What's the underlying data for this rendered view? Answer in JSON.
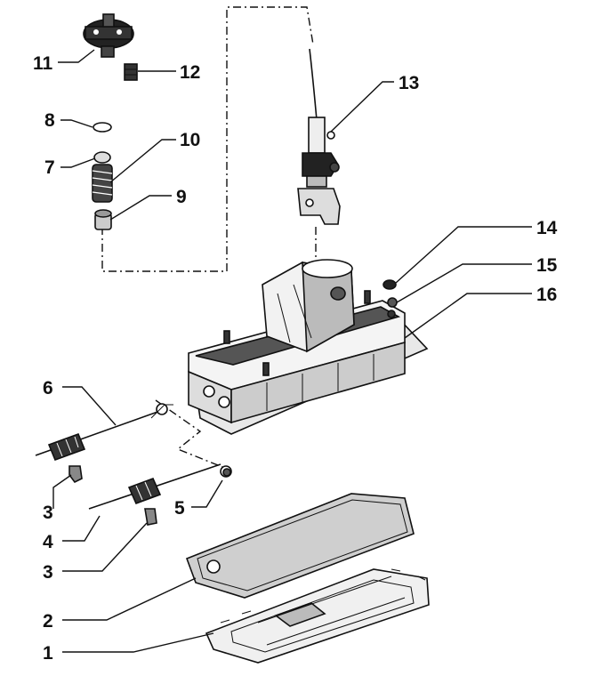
{
  "callouts": [
    {
      "id": "c1",
      "label": "1"
    },
    {
      "id": "c2",
      "label": "2"
    },
    {
      "id": "c3a",
      "label": "3"
    },
    {
      "id": "c3b",
      "label": "3"
    },
    {
      "id": "c4",
      "label": "4"
    },
    {
      "id": "c5",
      "label": "5"
    },
    {
      "id": "c6",
      "label": "6"
    },
    {
      "id": "c7",
      "label": "7"
    },
    {
      "id": "c8",
      "label": "8"
    },
    {
      "id": "c9",
      "label": "9"
    },
    {
      "id": "c10",
      "label": "10"
    },
    {
      "id": "c11",
      "label": "11"
    },
    {
      "id": "c12",
      "label": "12"
    },
    {
      "id": "c13",
      "label": "13"
    },
    {
      "id": "c14",
      "label": "14"
    },
    {
      "id": "c15",
      "label": "15"
    },
    {
      "id": "c16",
      "label": "16"
    }
  ]
}
